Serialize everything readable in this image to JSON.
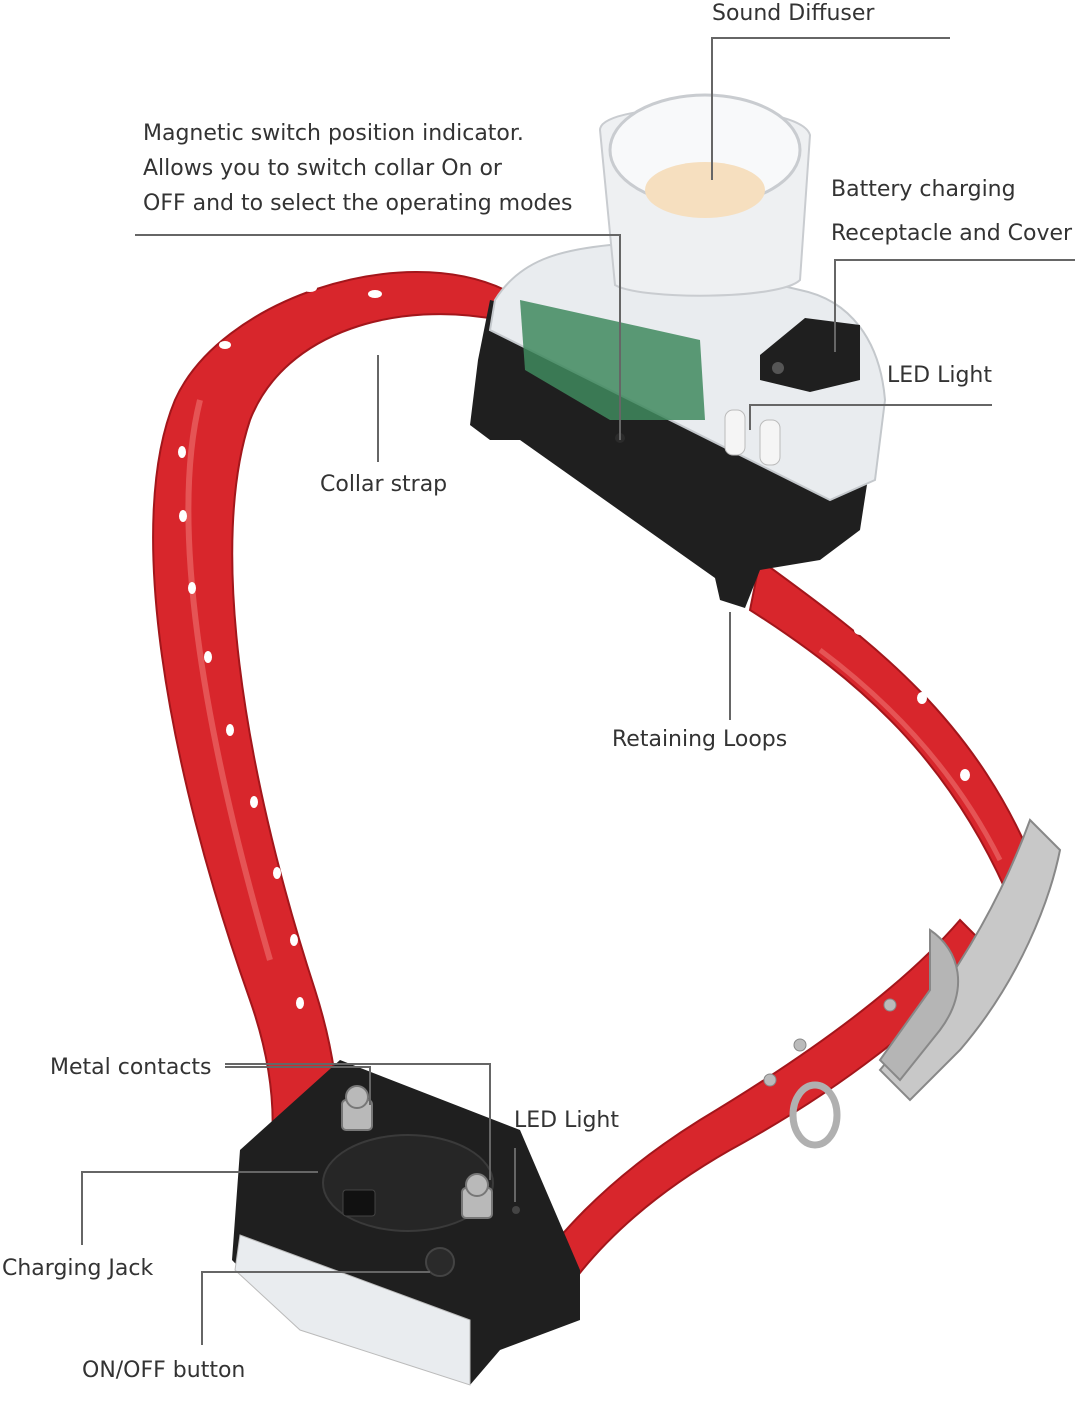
{
  "labels": {
    "sound_diffuser": "Sound Diffuser",
    "magnetic_switch": [
      "Magnetic switch position indicator.",
      "Allows you to switch collar On or",
      "OFF and to select the operating modes"
    ],
    "battery_charging": [
      "Battery charging",
      "Receptacle and Cover"
    ],
    "led_light_top": "LED Light",
    "collar_strap": "Collar strap",
    "retaining_loops": "Retaining Loops",
    "metal_contacts": "Metal contacts",
    "led_light_bottom": "LED Light",
    "charging_jack": "Charging Jack",
    "on_off_button": "ON/OFF button"
  },
  "colors": {
    "strap": "#d8262c",
    "strap_highlight": "#f07a78",
    "unit_body": "#1f1f1f",
    "translucent": "#e9ecef",
    "pcb": "#3f8a5e",
    "buckle": "#c8c8c8",
    "leader_line": "#666666",
    "text": "#333333"
  }
}
